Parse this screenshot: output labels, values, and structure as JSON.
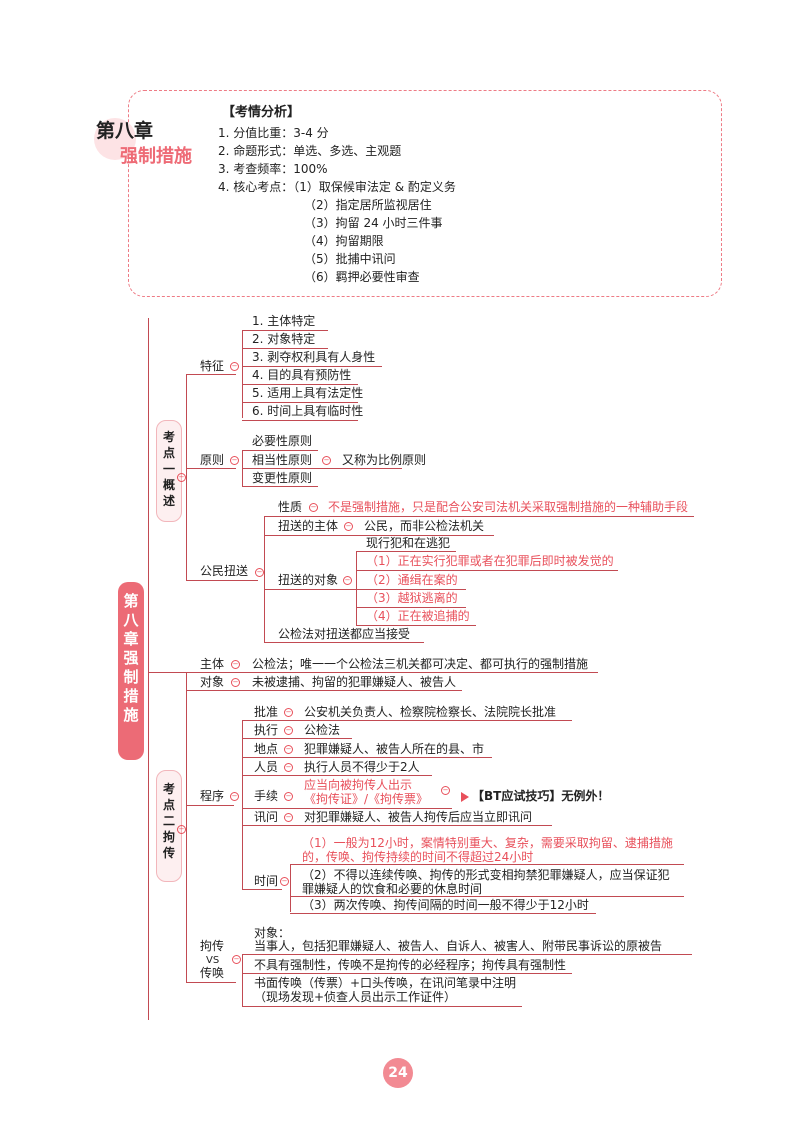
{
  "header": {
    "chapter": "第八章",
    "subtitle": "强制措施",
    "analysis_title": "【考情分析】",
    "items": [
      "1. 分值比重：3-4 分",
      "2. 命题形式：单选、多选、主观题",
      "3. 考查频率：100%",
      "4. 核心考点：（1）取保候审法定 & 酌定义务"
    ],
    "core_sub": [
      "（2）指定居所监视居住",
      "（3）拘留 24 小时三件事",
      "（4）拘留期限",
      "（5）批捕中讯问",
      "（6）羁押必要性审查"
    ]
  },
  "root": {
    "label": "第八章强制措施"
  },
  "kp1": {
    "label": "考点一概述",
    "features": {
      "label": "特征",
      "items": [
        "1. 主体特定",
        "2. 对象特定",
        "3. 剥夺权利具有人身性",
        "4. 目的具有预防性",
        "5. 适用上具有法定性",
        "6. 时间上具有临时性"
      ]
    },
    "principles": {
      "label": "原则",
      "items": [
        "必要性原则",
        "相当性原则",
        "变更性原则"
      ],
      "note": "又称为比例原则"
    },
    "citizen": {
      "label": "公民扭送",
      "nature_label": "性质",
      "nature_text": "不是强制措施，只是配合公安司法机关采取强制措施的一种辅助手段",
      "subject_label": "扭送的主体",
      "subject_text": "公民，而非公检法机关",
      "object_label": "扭送的对象",
      "object_head": "现行犯和在逃犯",
      "object_items": [
        "（1）正在实行犯罪或者在犯罪后即时被发觉的",
        "（2）通缉在案的",
        "（3）越狱逃离的",
        "（4）正在被追捕的"
      ],
      "accept": "公检法对扭送都应当接受"
    }
  },
  "kp2": {
    "label": "考点二拘传",
    "subject_label": "主体",
    "subject_text": "公检法；唯一一个公检法三机关都可决定、都可执行的强制措施",
    "object_label": "对象",
    "object_text": "未被逮捕、拘留的犯罪嫌疑人、被告人",
    "procedure": {
      "label": "程序",
      "approve_label": "批准",
      "approve_text": "公安机关负责人、检察院检察长、法院院长批准",
      "exec_label": "执行",
      "exec_text": "公检法",
      "place_label": "地点",
      "place_text": "犯罪嫌疑人、被告人所在的县、市",
      "staff_label": "人员",
      "staff_text": "执行人员不得少于2人",
      "proc_label": "手续",
      "proc_line1": "应当向被拘传人出示",
      "proc_line2": "《拘传证》/《拘传票》",
      "tip": "【BT应试技巧】无例外！",
      "interrogate_label": "讯问",
      "interrogate_text": "对犯罪嫌疑人、被告人拘传后应当立即讯问",
      "time_label": "时间",
      "time1_l1": "（1）一般为12小时，案情特别重大、复杂，需要采取拘留、逮捕措施",
      "time1_l2": "的，传唤、拘传持续的时间不得超过24小时",
      "time2_l1": "（2）不得以连续传唤、拘传的形式变相拘禁犯罪嫌疑人，应当保证犯",
      "time2_l2": "罪嫌疑人的饮食和必要的休息时间",
      "time3": "（3）两次传唤、拘传间隔的时间一般不得少于12小时"
    },
    "vs": {
      "label1": "拘传",
      "label2": "VS",
      "label3": "传唤",
      "obj_l1": "对象：",
      "obj_l2": "当事人，包括犯罪嫌疑人、被告人、自诉人、被害人、附带民事诉讼的原被告",
      "force": "不具有强制性，传唤不是拘传的必经程序；拘传具有强制性",
      "written_l1": "书面传唤（传票）+口头传唤，在讯问笔录中注明",
      "written_l2": "（现场发现+侦查人员出示工作证件）"
    }
  },
  "page_number": "24"
}
